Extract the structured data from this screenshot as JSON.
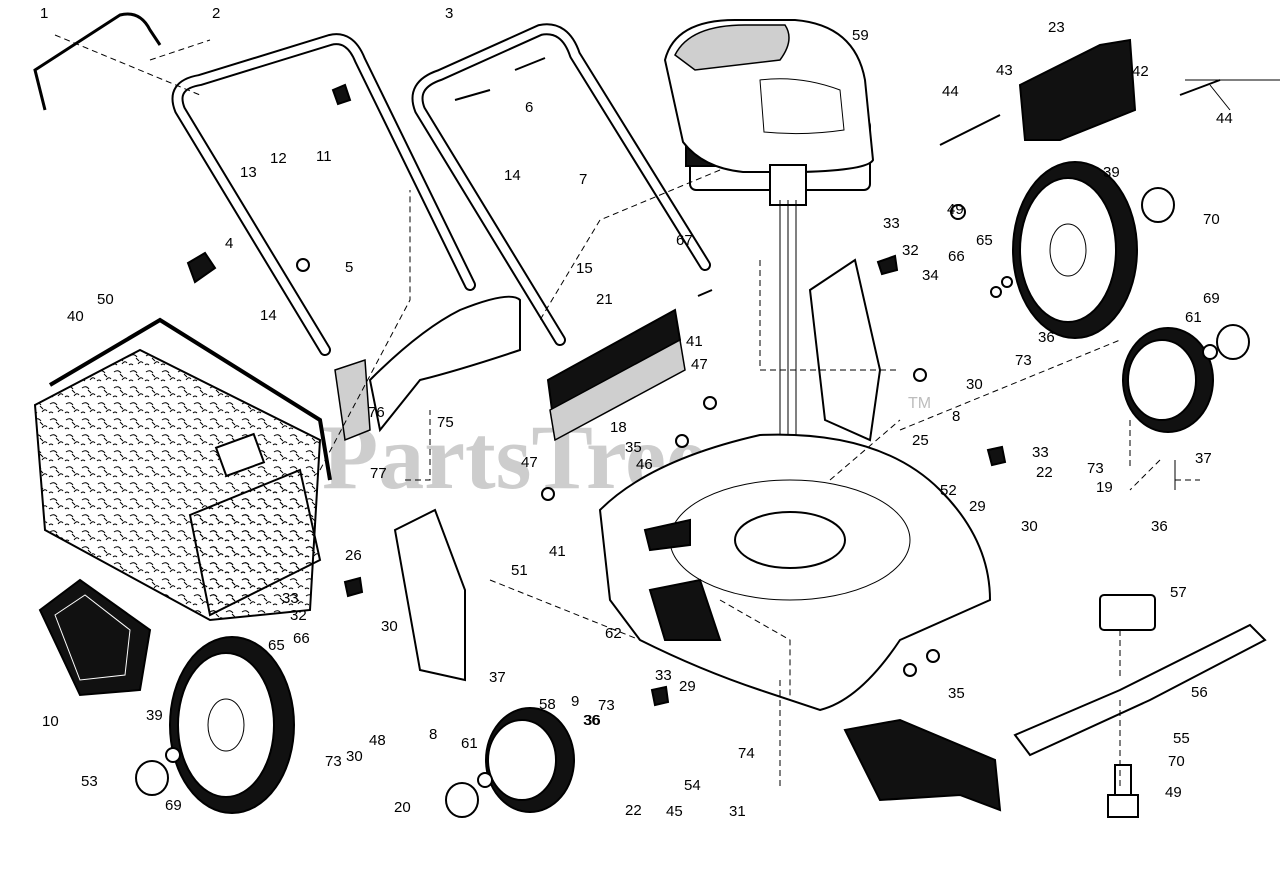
{
  "watermark": {
    "text": "PartsTree",
    "trademark": "TM"
  },
  "callouts": [
    {
      "id": "c1",
      "label": "1"
    },
    {
      "id": "c2",
      "label": "2"
    },
    {
      "id": "c3",
      "label": "3"
    },
    {
      "id": "c59",
      "label": "59"
    },
    {
      "id": "c23",
      "label": "23"
    },
    {
      "id": "c43",
      "label": "43"
    },
    {
      "id": "c42",
      "label": "42"
    },
    {
      "id": "c44a",
      "label": "44"
    },
    {
      "id": "c44b",
      "label": "44"
    },
    {
      "id": "c6",
      "label": "6"
    },
    {
      "id": "c12",
      "label": "12"
    },
    {
      "id": "c13",
      "label": "13"
    },
    {
      "id": "c11",
      "label": "11"
    },
    {
      "id": "c7",
      "label": "7"
    },
    {
      "id": "c14a",
      "label": "14"
    },
    {
      "id": "c39a",
      "label": "39"
    },
    {
      "id": "c49a",
      "label": "49"
    },
    {
      "id": "c70a",
      "label": "70"
    },
    {
      "id": "c33a",
      "label": "33"
    },
    {
      "id": "c32a",
      "label": "32"
    },
    {
      "id": "c66a",
      "label": "66"
    },
    {
      "id": "c65a",
      "label": "65"
    },
    {
      "id": "c4",
      "label": "4"
    },
    {
      "id": "c5",
      "label": "5"
    },
    {
      "id": "c67",
      "label": "67"
    },
    {
      "id": "c15",
      "label": "15"
    },
    {
      "id": "c34",
      "label": "34"
    },
    {
      "id": "c69a",
      "label": "69"
    },
    {
      "id": "c61a",
      "label": "61"
    },
    {
      "id": "c50",
      "label": "50"
    },
    {
      "id": "c40",
      "label": "40"
    },
    {
      "id": "c14b",
      "label": "14"
    },
    {
      "id": "c21",
      "label": "21"
    },
    {
      "id": "c41a",
      "label": "41"
    },
    {
      "id": "c36a",
      "label": "36"
    },
    {
      "id": "c73a",
      "label": "73"
    },
    {
      "id": "c47a",
      "label": "47"
    },
    {
      "id": "c30a",
      "label": "30"
    },
    {
      "id": "c76",
      "label": "76"
    },
    {
      "id": "c75",
      "label": "75"
    },
    {
      "id": "c8a",
      "label": "8"
    },
    {
      "id": "c18",
      "label": "18"
    },
    {
      "id": "c35a",
      "label": "35"
    },
    {
      "id": "c25",
      "label": "25"
    },
    {
      "id": "c37a",
      "label": "37"
    },
    {
      "id": "c47b",
      "label": "47"
    },
    {
      "id": "c46",
      "label": "46"
    },
    {
      "id": "c77",
      "label": "77"
    },
    {
      "id": "c33b",
      "label": "33"
    },
    {
      "id": "c22a",
      "label": "22"
    },
    {
      "id": "c73b",
      "label": "73"
    },
    {
      "id": "c52",
      "label": "52"
    },
    {
      "id": "c19",
      "label": "19"
    },
    {
      "id": "c29a",
      "label": "29"
    },
    {
      "id": "c30b",
      "label": "30"
    },
    {
      "id": "c36b",
      "label": "36"
    },
    {
      "id": "c26",
      "label": "26"
    },
    {
      "id": "c41b",
      "label": "41"
    },
    {
      "id": "c51",
      "label": "51"
    },
    {
      "id": "c33c",
      "label": "33"
    },
    {
      "id": "c32b",
      "label": "32"
    },
    {
      "id": "c57",
      "label": "57"
    },
    {
      "id": "c30c",
      "label": "30"
    },
    {
      "id": "c62",
      "label": "62"
    },
    {
      "id": "c65b",
      "label": "65"
    },
    {
      "id": "c66b",
      "label": "66"
    },
    {
      "id": "c10",
      "label": "10"
    },
    {
      "id": "c33d",
      "label": "33"
    },
    {
      "id": "c29b",
      "label": "29"
    },
    {
      "id": "c37b",
      "label": "37"
    },
    {
      "id": "c58",
      "label": "58"
    },
    {
      "id": "c9",
      "label": "9"
    },
    {
      "id": "c56",
      "label": "56"
    },
    {
      "id": "c73c",
      "label": "73"
    },
    {
      "id": "c36c",
      "label": "36"
    },
    {
      "id": "c48",
      "label": "48"
    },
    {
      "id": "c8b",
      "label": "8"
    },
    {
      "id": "c35b",
      "label": "35"
    },
    {
      "id": "c74",
      "label": "74"
    },
    {
      "id": "c39b",
      "label": "39"
    },
    {
      "id": "c61b",
      "label": "61"
    },
    {
      "id": "c55",
      "label": "55"
    },
    {
      "id": "c36d",
      "label": "36"
    },
    {
      "id": "c73d",
      "label": "73"
    },
    {
      "id": "c30d",
      "label": "30"
    },
    {
      "id": "c54",
      "label": "54"
    },
    {
      "id": "c70b",
      "label": "70"
    },
    {
      "id": "c53",
      "label": "53"
    },
    {
      "id": "c49b",
      "label": "49"
    },
    {
      "id": "c69b",
      "label": "69"
    },
    {
      "id": "c20",
      "label": "20"
    },
    {
      "id": "c22b",
      "label": "22"
    },
    {
      "id": "c45",
      "label": "45"
    },
    {
      "id": "c31",
      "label": "31"
    }
  ]
}
